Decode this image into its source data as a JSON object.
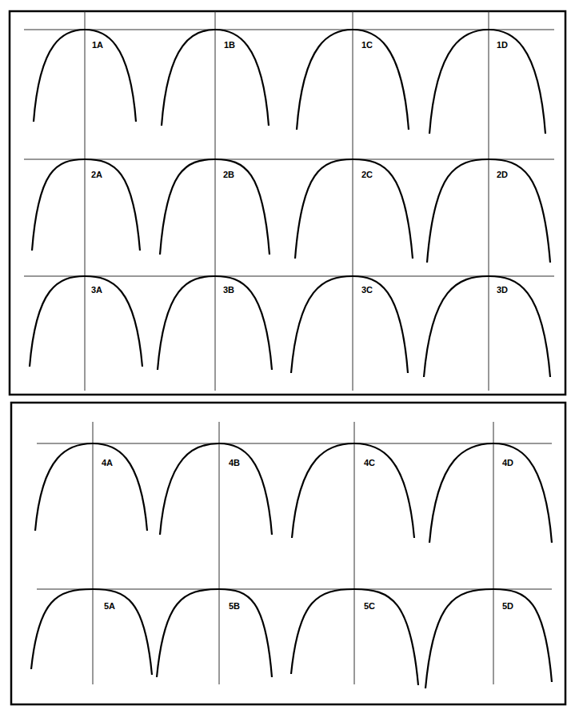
{
  "diagram": {
    "labels": [
      "1A",
      "1B",
      "1C",
      "1D",
      "2A",
      "2B",
      "2C",
      "2D",
      "3A",
      "3B",
      "3C",
      "3D",
      "4A",
      "4B",
      "4C",
      "4D",
      "5A",
      "5B",
      "5C",
      "5D"
    ]
  }
}
